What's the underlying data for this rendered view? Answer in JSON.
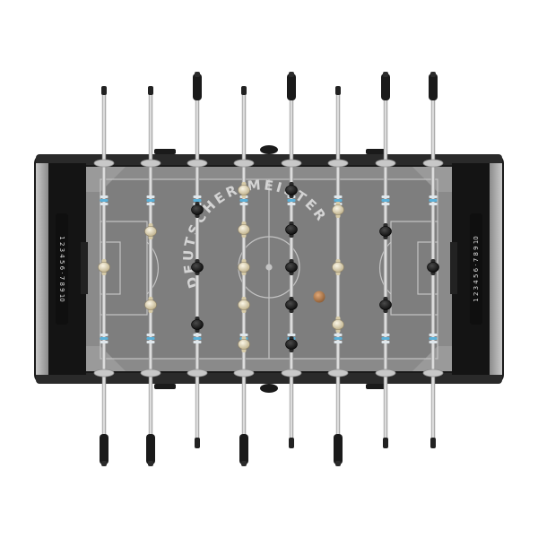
{
  "arc_text": "DEUTSCHER MEISTER",
  "score_left": "1 2 3 4 5 6 · 7 8 9 10",
  "score_right": "1 2 3 4 5 6 · 7 8 9 10",
  "colors": {
    "frame": "#1c1c1c",
    "side_panel": "#9a9a9a",
    "field": "#8b8b8b",
    "field_inner": "#7f7f7f",
    "line": "#c9c9c9",
    "rod": "#d0d0d0",
    "player_light": "#e6dcc0",
    "player_dark": "#1a1a1a",
    "ball": "#b07a4a",
    "bumper": "#5ab0d8"
  },
  "rods": [
    {
      "id": "r1",
      "handle": "bottom",
      "team": "light",
      "players": 1
    },
    {
      "id": "r2",
      "handle": "bottom",
      "team": "light",
      "players": 2
    },
    {
      "id": "r3",
      "handle": "top",
      "team": "dark",
      "players": 3
    },
    {
      "id": "r4",
      "handle": "bottom",
      "team": "light",
      "players": 5
    },
    {
      "id": "r5",
      "handle": "top",
      "team": "dark",
      "players": 5
    },
    {
      "id": "r6",
      "handle": "bottom",
      "team": "light",
      "players": 3
    },
    {
      "id": "r7",
      "handle": "top",
      "team": "dark",
      "players": 2
    },
    {
      "id": "r8",
      "handle": "top",
      "team": "dark",
      "players": 1
    }
  ]
}
